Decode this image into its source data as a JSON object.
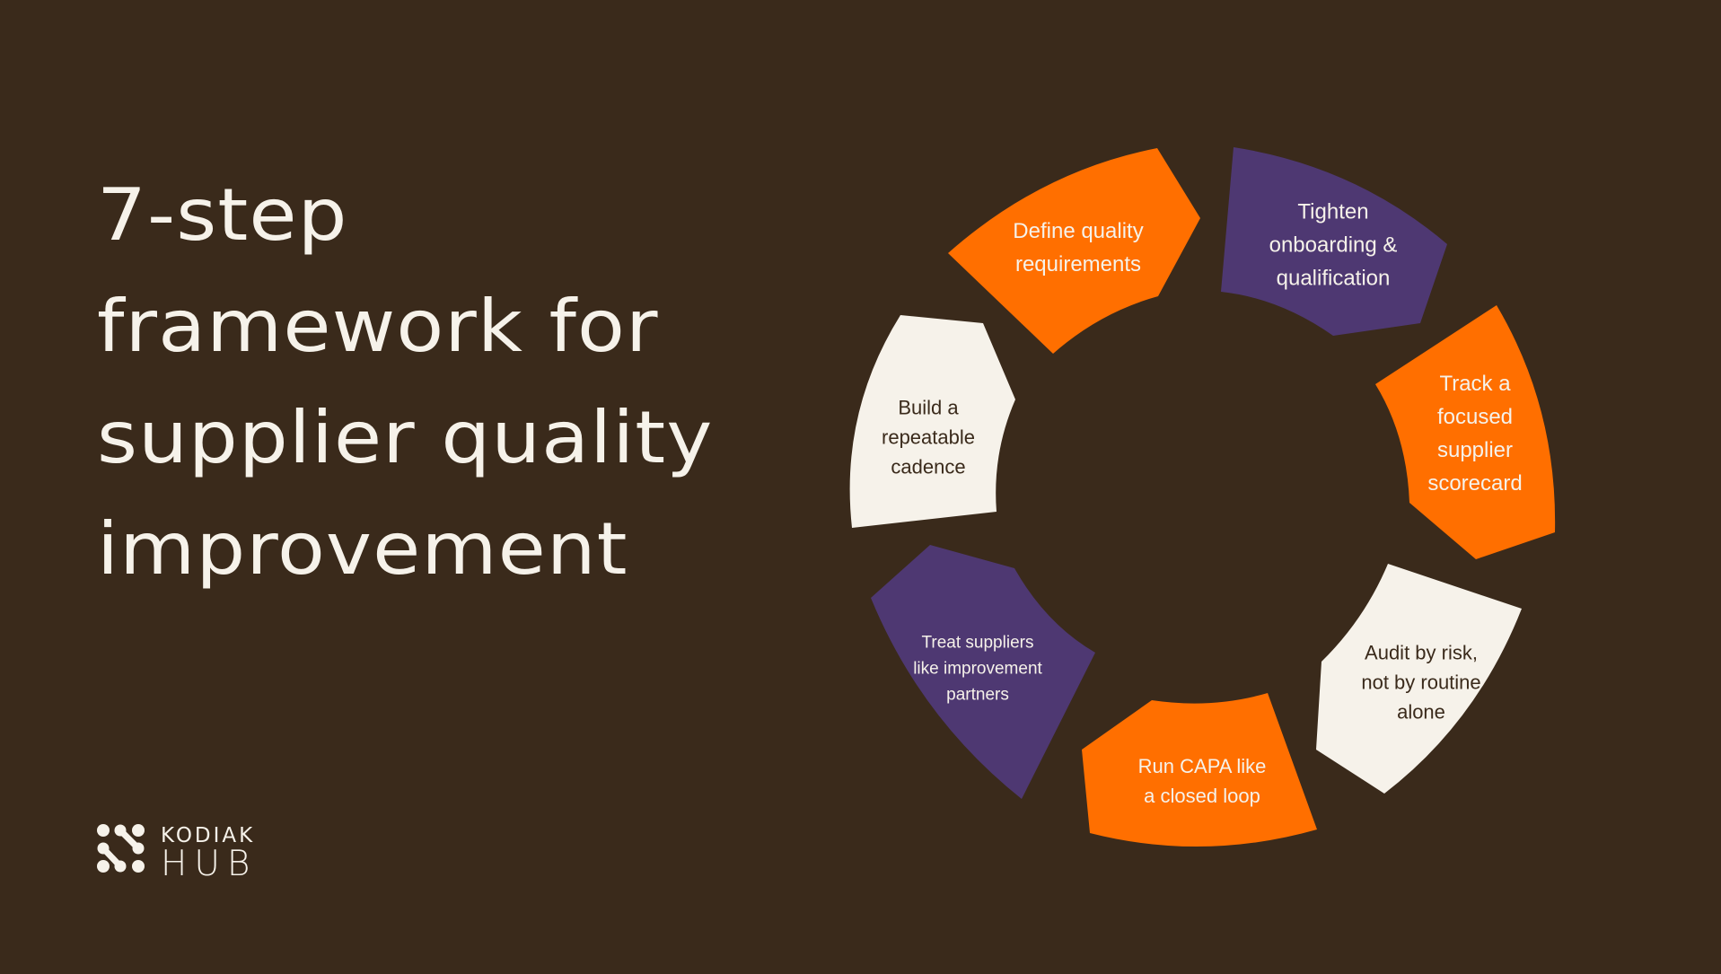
{
  "colors": {
    "background": "#3a2a1b",
    "orange": "#ff6f00",
    "purple": "#4e3872",
    "cream": "#f6f2ea",
    "dark_text": "#3a2a1b"
  },
  "title": {
    "lines": [
      "7-step",
      "framework for",
      "supplier quality",
      "improvement"
    ]
  },
  "diagram": {
    "type": "cycle",
    "steps": [
      {
        "label": "Define quality\nrequirements",
        "color": "orange"
      },
      {
        "label": "Tighten\nonboarding &\nqualification",
        "color": "purple"
      },
      {
        "label": "Track a\nfocused\nsupplier\nscorecard",
        "color": "orange"
      },
      {
        "label": "Audit by risk,\nnot by routine\nalone",
        "color": "cream"
      },
      {
        "label": "Run CAPA like\na closed loop",
        "color": "orange"
      },
      {
        "label": "Treat suppliers\nlike improvement\npartners",
        "color": "purple"
      },
      {
        "label": "Build a\nrepeatable\ncadence",
        "color": "cream"
      }
    ]
  },
  "logo": {
    "icon": "kodiak-dots-logo-icon",
    "word1": "KODIAK",
    "word2": "HUB"
  }
}
